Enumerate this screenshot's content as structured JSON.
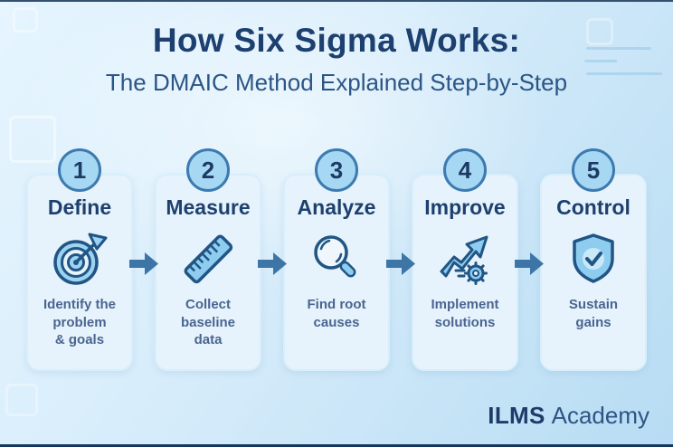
{
  "header": {
    "title": "How Six Sigma Works:",
    "subtitle": "The DMAIC Method Explained Step-by-Step"
  },
  "steps": [
    {
      "number": "1",
      "title": "Define",
      "description": "Identify the\nproblem\n& goals",
      "icon": "target-dart-icon"
    },
    {
      "number": "2",
      "title": "Measure",
      "description": "Collect\nbaseline\ndata",
      "icon": "ruler-icon"
    },
    {
      "number": "3",
      "title": "Analyze",
      "description": "Find root\ncauses",
      "icon": "magnifier-icon"
    },
    {
      "number": "4",
      "title": "Improve",
      "description": "Implement\nsolutions",
      "icon": "growth-arrow-gear-icon"
    },
    {
      "number": "5",
      "title": "Control",
      "description": "Sustain\ngains",
      "icon": "shield-check-icon"
    }
  ],
  "footer": {
    "brand_bold": "ILMS",
    "brand_regular": "Academy"
  },
  "colors": {
    "title_navy": "#1d4070",
    "subtitle_blue": "#2b5585",
    "card_background": "#e6f3fc",
    "circle_fill": "#a6d8f4",
    "circle_border": "#3d7ab0",
    "icon_stroke": "#215584",
    "icon_fill": "#9bd3f1",
    "arrow_blue": "#3d76a6",
    "description_slate": "#4a6590",
    "background_light": "#e6f5fe",
    "background_dark": "#b7dcf3"
  }
}
